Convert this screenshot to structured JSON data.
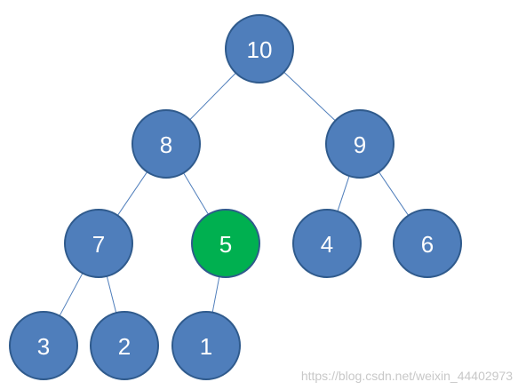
{
  "diagram": {
    "colors": {
      "node_fill": "#4F7EBB",
      "node_stroke": "#2F5A8C",
      "highlight_fill": "#00B050",
      "highlight_stroke": "#2F5A8C",
      "edge": "#4F7EBB",
      "label": "#FFFFFF"
    },
    "nodes": [
      {
        "id": "n10",
        "label": "10",
        "highlighted": false
      },
      {
        "id": "n8",
        "label": "8",
        "highlighted": false
      },
      {
        "id": "n9",
        "label": "9",
        "highlighted": false
      },
      {
        "id": "n7",
        "label": "7",
        "highlighted": false
      },
      {
        "id": "n5",
        "label": "5",
        "highlighted": true
      },
      {
        "id": "n4",
        "label": "4",
        "highlighted": false
      },
      {
        "id": "n6",
        "label": "6",
        "highlighted": false
      },
      {
        "id": "n3",
        "label": "3",
        "highlighted": false
      },
      {
        "id": "n2",
        "label": "2",
        "highlighted": false
      },
      {
        "id": "n1",
        "label": "1",
        "highlighted": false
      }
    ],
    "edges": [
      {
        "from": "n10",
        "to": "n8"
      },
      {
        "from": "n10",
        "to": "n9"
      },
      {
        "from": "n8",
        "to": "n7"
      },
      {
        "from": "n8",
        "to": "n5"
      },
      {
        "from": "n9",
        "to": "n4"
      },
      {
        "from": "n9",
        "to": "n6"
      },
      {
        "from": "n7",
        "to": "n3"
      },
      {
        "from": "n7",
        "to": "n2"
      },
      {
        "from": "n5",
        "to": "n1"
      }
    ]
  },
  "watermark": "https://blog.csdn.net/weixin_44402973"
}
